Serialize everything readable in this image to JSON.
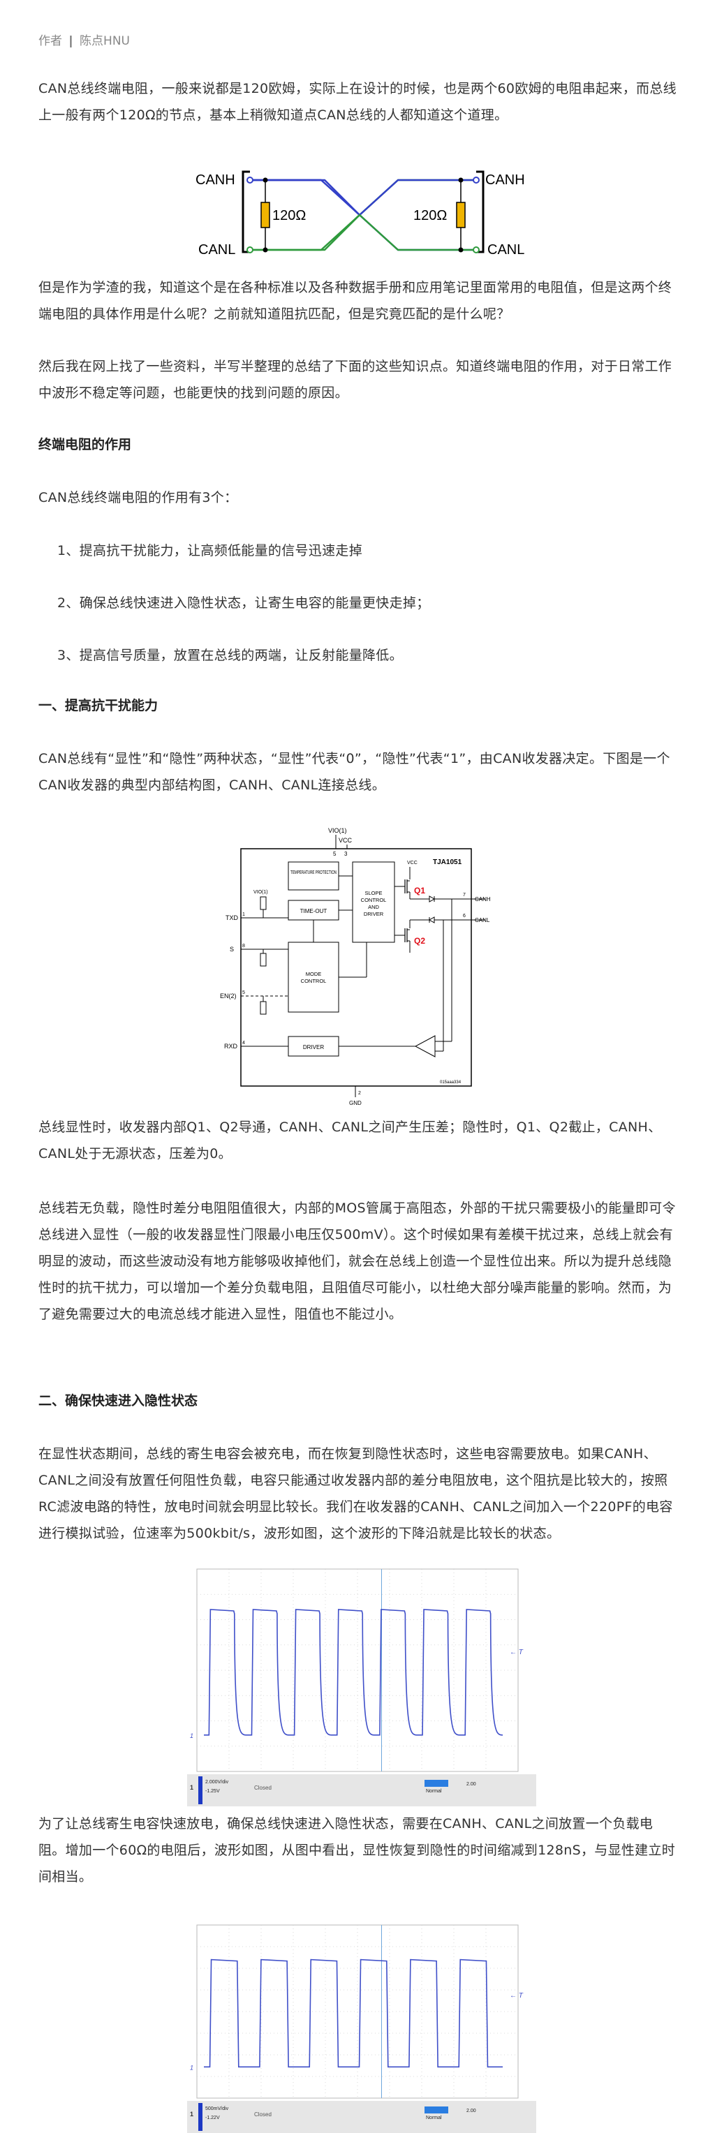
{
  "author": {
    "label": "作者",
    "separator": "|",
    "name": "陈点HNU"
  },
  "paragraphs": {
    "intro": "CAN总线终端电阻，一般来说都是120欧姆，实际上在设计的时候，也是两个60欧姆的电阻串起来，而总线上一般有两个120Ω的节点，基本上稍微知道点CAN总线的人都知道这个道理。",
    "question": "但是作为学渣的我，知道这个是在各种标准以及各种数据手册和应用笔记里面常用的电阻值，但是这两个终端电阻的具体作用是什么呢？之前就知道阻抗匹配，但是究竟匹配的是什么呢？",
    "summary": "然后我在网上找了一些资料，半写半整理的总结了下面的这些知识点。知道终端电阻的作用，对于日常工作中波形不稳定等问题，也能更快的找到问题的原因。",
    "roles_intro": "CAN总线终端电阻的作用有3个：",
    "role1": "1、提高抗干扰能力，让高频低能量的信号迅速走掉",
    "role2": "2、确保总线快速进入隐性状态，让寄生电容的能量更快走掉；",
    "role3": "3、提高信号质量，放置在总线的两端，让反射能量降低。",
    "states": "CAN总线有“显性”和“隐性”两种状态，“显性”代表“0”，“隐性”代表“1”，由CAN收发器决定。下图是一个CAN收发器的典型内部结构图，CANH、CANL连接总线。",
    "dominant": "总线显性时，收发器内部Q1、Q2导通，CANH、CANL之间产生压差；隐性时，Q1、Q2截止，CANH、CANL处于无源状态，压差为0。",
    "noload": "总线若无负载，隐性时差分电阻阻值很大，内部的MOS管属于高阻态，外部的干扰只需要极小的能量即可令总线进入显性（一般的收发器显性门限最小电压仅500mV）。这个时候如果有差模干扰过来，总线上就会有明显的波动，而这些波动没有地方能够吸收掉他们，就会在总线上创造一个显性位出来。所以为提升总线隐性时的抗干扰力，可以增加一个差分负载电阻，且阻值尽可能小，以杜绝大部分噪声能量的影响。然而，为了避免需要过大的电流总线才能进入显性，阻值也不能过小。",
    "discharge": "在显性状态期间，总线的寄生电容会被充电，而在恢复到隐性状态时，这些电容需要放电。如果CANH、CANL之间没有放置任何阻性负载，电容只能通过收发器内部的差分电阻放电，这个阻抗是比较大的，按照RC滤波电路的特性，放电时间就会明显比较长。我们在收发器的CANH、CANL之间加入一个220PF的电容进行模拟试验，位速率为500kbit/s，波形如图，这个波形的下降沿就是比较长的状态。",
    "resistor": "为了让总线寄生电容快速放电，确保总线快速进入隐性状态，需要在CANH、CANL之间放置一个负载电阻。增加一个60Ω的电阻后，波形如图，从图中看出，显性恢复到隐性的时间缩减到128nS，与显性建立时间相当。"
  },
  "headings": {
    "role": "终端电阻的作用",
    "section1": "一、提高抗干扰能力",
    "section2": "二、确保快速进入隐性状态"
  },
  "fig_termination": {
    "canh": "CANH",
    "canl": "CANL",
    "r_left": "120Ω",
    "r_right": "120Ω",
    "colors": {
      "high": "#3340c8",
      "low": "#2e9a3c",
      "resistor": "#f0b400"
    }
  },
  "fig_transceiver": {
    "vio": "VIO(1)",
    "vcc_top": "VCC",
    "vcc_inner": "VCC",
    "chip": "TJA1051",
    "temp": "TEMPERATURE PROTECTION",
    "timeout": "TIME-OUT",
    "slope1": "SLOPE",
    "slope2": "CONTROL",
    "slope3": "AND",
    "slope4": "DRIVER",
    "mode1": "MODE",
    "mode2": "CONTROL",
    "driver": "DRIVER",
    "q1": "Q1",
    "q2": "Q2",
    "pin_txd": "TXD",
    "pin_s": "S",
    "pin_en": "EN(2)",
    "pin_rxd": "RXD",
    "pin_canh": "CANH",
    "pin_canl": "CANL",
    "pin_gnd": "GND",
    "code": "015aaa334",
    "n3": "3",
    "n5": "5",
    "n1": "1",
    "n8": "8",
    "n4": "4",
    "n7": "7",
    "n6": "6",
    "n2": "2",
    "vio2": "VIO(1)",
    "q_color": "#e0101a"
  },
  "scope1": {
    "periods": 7,
    "duty": 0.58,
    "slow_fall": true,
    "marker": "T",
    "ch_marker": "1",
    "status_left": "2.000V/div",
    "status_mid": "Closed",
    "status_r1": "Normal",
    "status_r2": "2.00",
    "status_v": "-1.25V",
    "status_ch": "1",
    "wave_color": "#3f4fc9"
  },
  "scope2": {
    "periods": 6,
    "duty": 0.55,
    "slow_fall": false,
    "marker": "T",
    "ch_marker": "1",
    "status_left": "500mV/div",
    "status_mid": "Closed",
    "status_r1": "Normal",
    "status_r2": "2.00",
    "status_v": "-1.22V",
    "status_ch": "1",
    "wave_color": "#3f4fc9"
  }
}
